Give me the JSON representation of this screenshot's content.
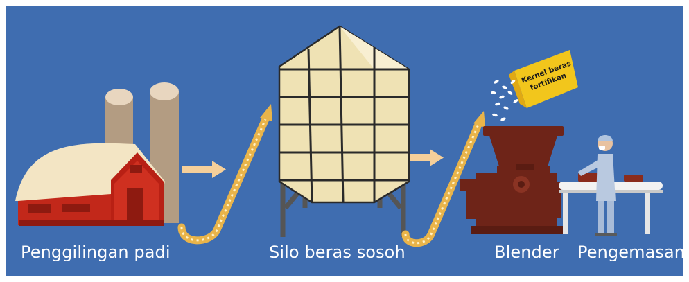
{
  "stages": [
    {
      "label": "Penggilingan padi"
    },
    {
      "label": "Silo beras sosoh"
    },
    {
      "label": "Blender"
    },
    {
      "label": "Pengemasan"
    }
  ],
  "fortified_bag": {
    "line1": "Kernel beras",
    "line2": "fortifikan"
  },
  "colors": {
    "background": "#3f6db0",
    "barn_red": "#c2281a",
    "silo_body": "#efe2b4",
    "blender": "#6e2418",
    "conveyor": "#e9b44a",
    "arrow": "#f5cf9a",
    "bag": "#f2c61c"
  }
}
